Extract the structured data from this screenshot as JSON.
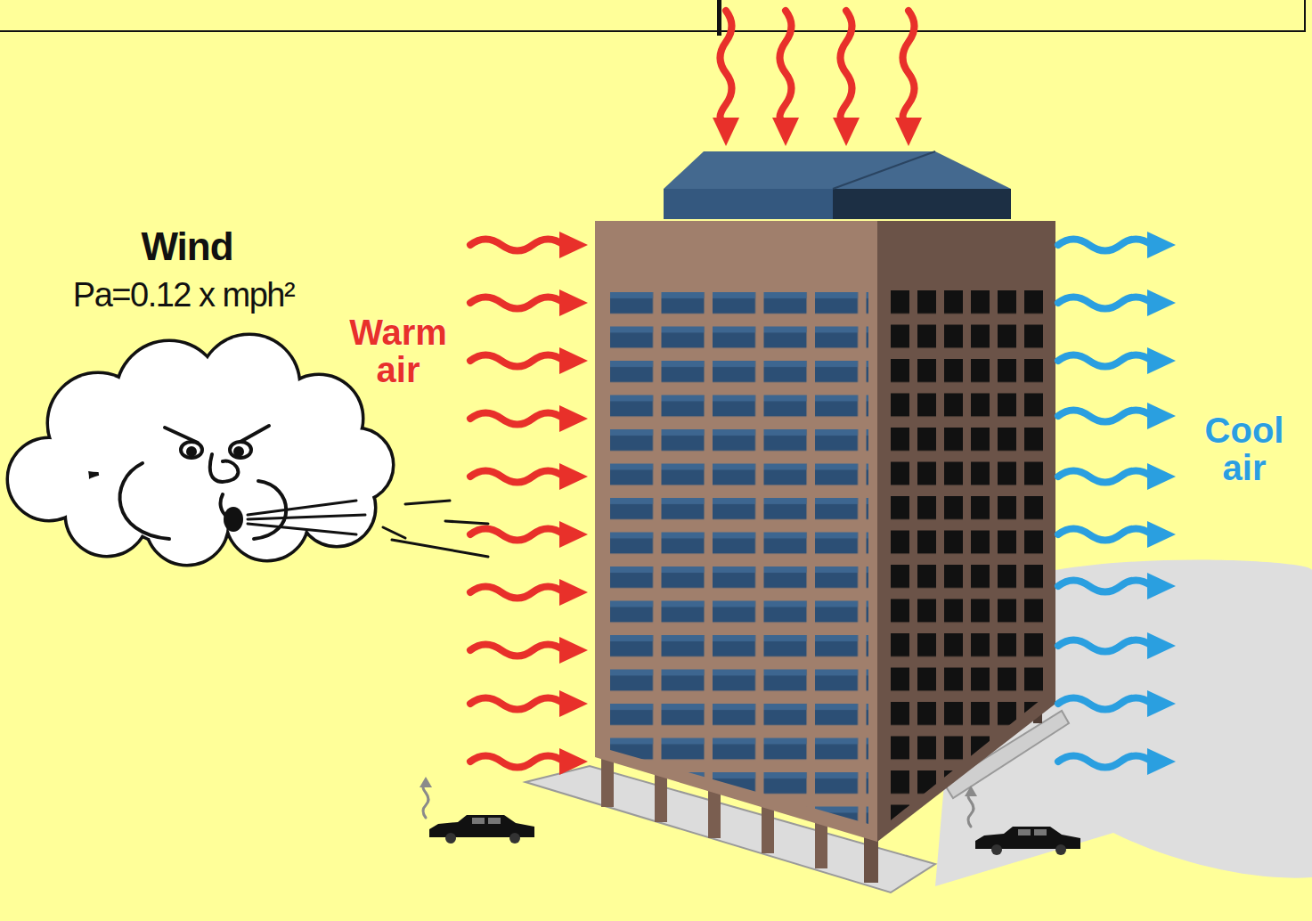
{
  "diagram": {
    "labels": [
      "Wind",
      "Pa=0.12 x mph²",
      "Warm air",
      "Cool air"
    ]
  }
}
